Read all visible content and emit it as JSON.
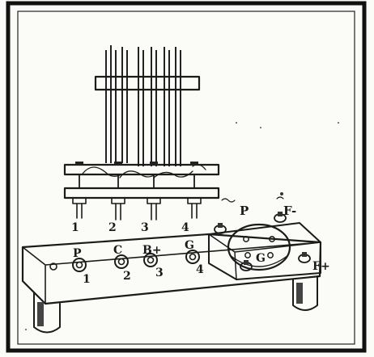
{
  "diagram": {
    "header_labels": {
      "p": "P",
      "c": "C",
      "bplus": "B+",
      "g": "G"
    },
    "numbers_top": [
      "1",
      "2",
      "3",
      "4"
    ],
    "numbers_base": [
      "1",
      "2",
      "3",
      "4"
    ],
    "socket_labels": {
      "p": "P",
      "fminus": "F-",
      "g": "G",
      "fplus": "F+"
    }
  }
}
